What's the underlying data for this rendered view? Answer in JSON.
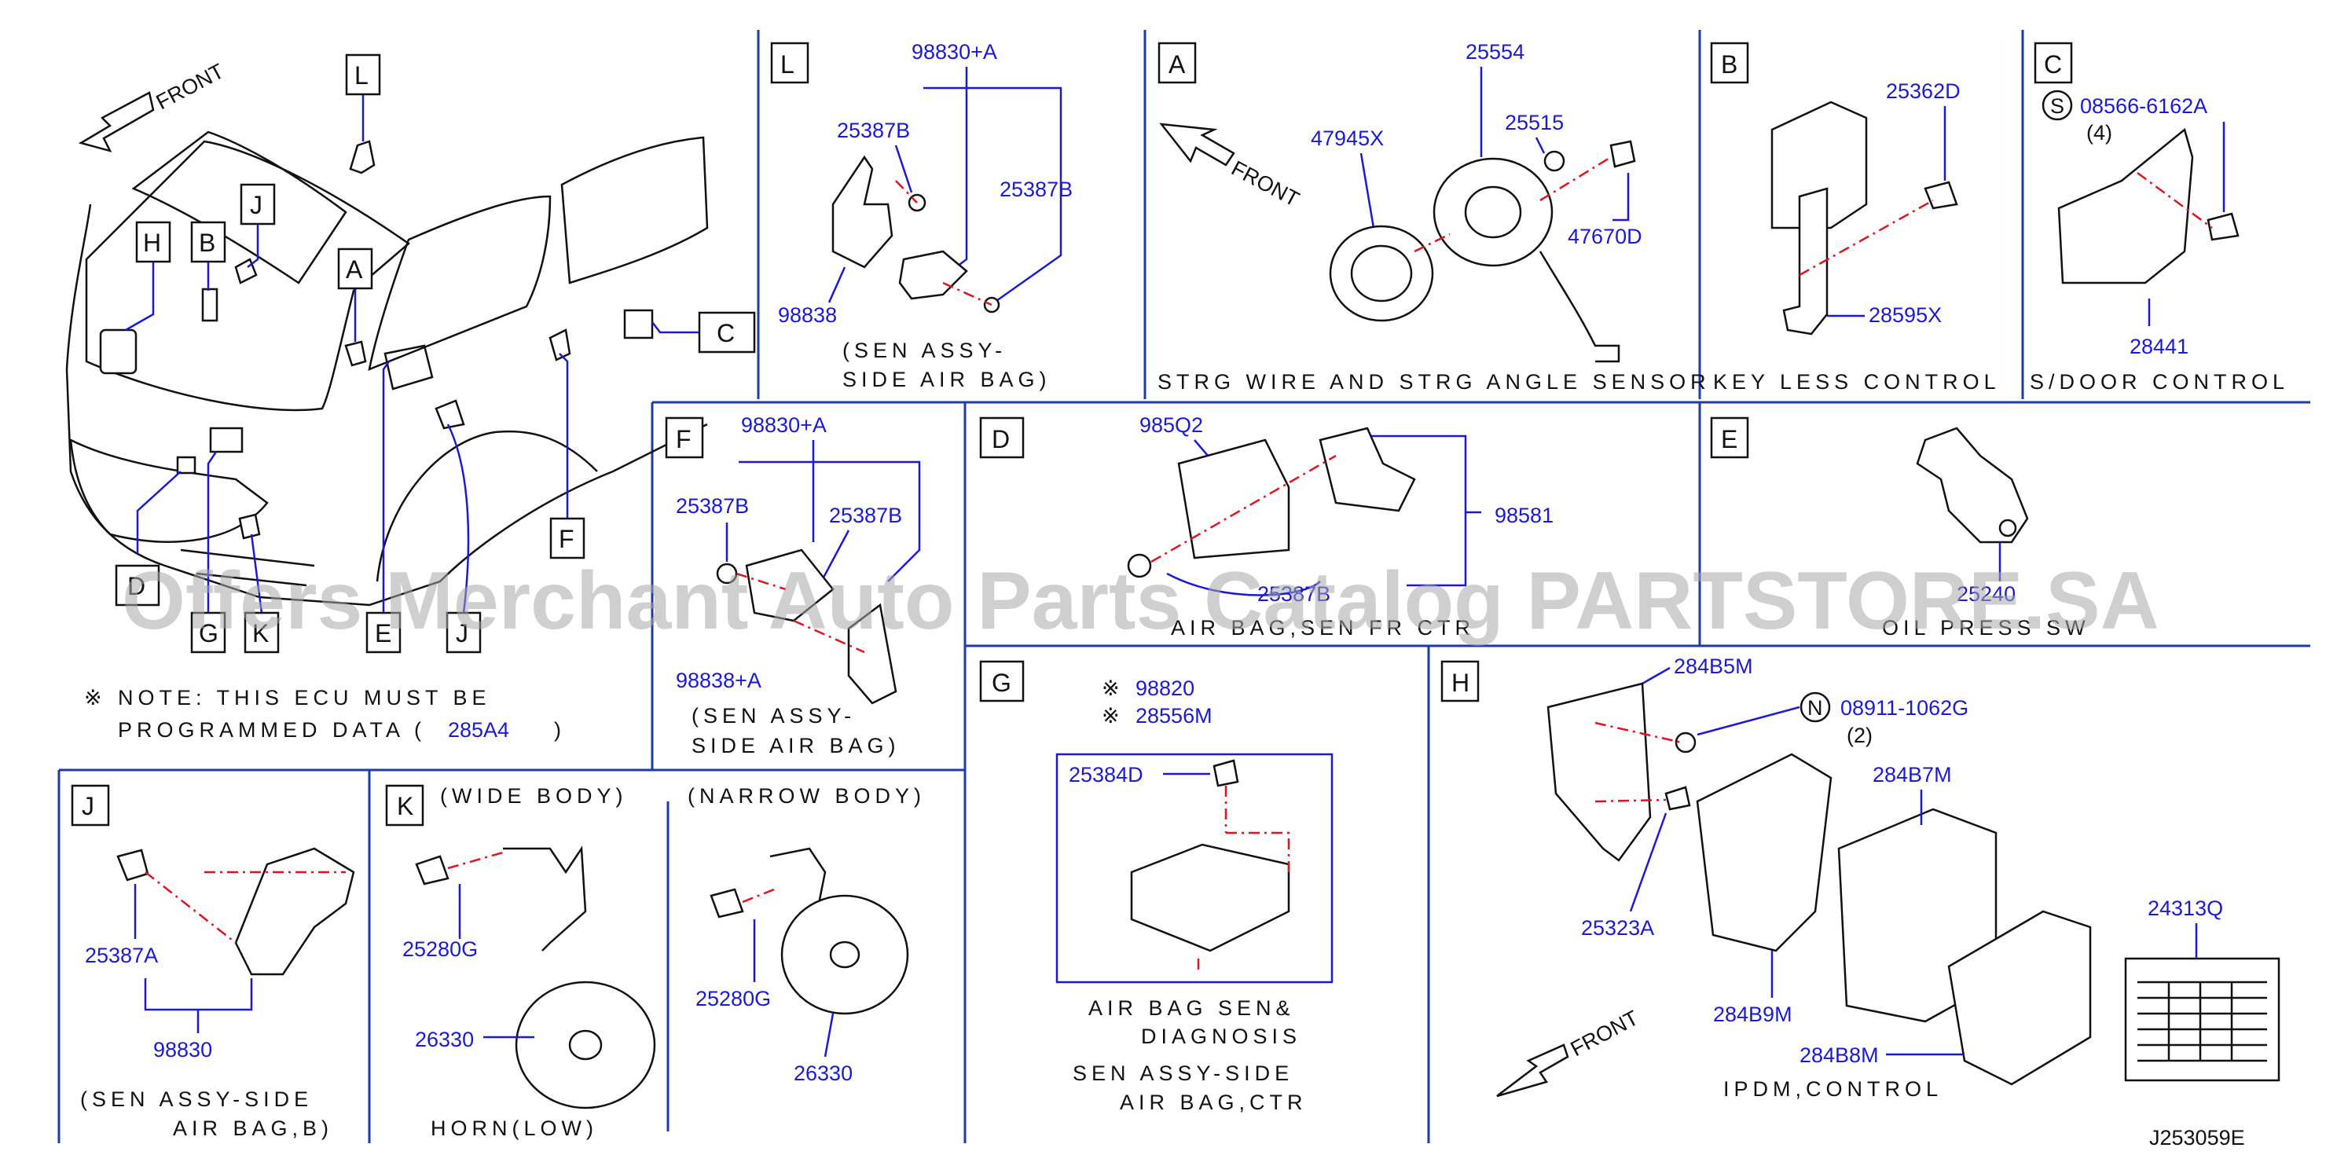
{
  "front": "FRONT",
  "callouts": [
    "L",
    "H",
    "B",
    "J",
    "A",
    "C",
    "F",
    "D",
    "G",
    "K",
    "E",
    "J"
  ],
  "note": {
    "mark": "※",
    "line1": "NOTE:  THIS  ECU  MUST  BE",
    "line2": "PROGRAMMED  DATA  (",
    "code": "285A4",
    "close": ")"
  },
  "watermark": "Offers Merchant Auto Parts Catalog PARTSTORE.SA",
  "panels": {
    "L": {
      "letter": "L",
      "p1": "98830+A",
      "p2": "25387B",
      "p3": "25387B",
      "p4": "98838",
      "cap1": "(SEN  ASSY-",
      "cap2": "SIDE  AIR  BAG)"
    },
    "A": {
      "letter": "A",
      "front": "FRONT",
      "p1": "25554",
      "p2": "25515",
      "p3": "47945X",
      "p4": "47670D",
      "cap": "STRG  WIRE  AND  STRG  ANGLE  SENSOR"
    },
    "B": {
      "letter": "B",
      "p1": "25362D",
      "p2": "28595X",
      "cap": "KEY  LESS  CONTROL"
    },
    "C": {
      "letter": "C",
      "smark": "S",
      "p1": "08566-6162A",
      "qty": "(4)",
      "p2": "28441",
      "cap": "S/DOOR  CONTROL"
    },
    "F": {
      "letter": "F",
      "p1": "98830+A",
      "p2": "25387B",
      "p3": "25387B",
      "p4": "98838+A",
      "cap1": "(SEN  ASSY-",
      "cap2": "SIDE  AIR  BAG)"
    },
    "D": {
      "letter": "D",
      "p1": "985Q2",
      "p2": "98581",
      "p3": "25387B",
      "cap": "AIR  BAG,SEN  FR  CTR"
    },
    "E": {
      "letter": "E",
      "p1": "25240",
      "cap": "OIL  PRESS  SW"
    },
    "J": {
      "letter": "J",
      "p1": "25387A",
      "p2": "98830",
      "cap1": "(SEN  ASSY-SIDE",
      "cap2": "AIR  BAG,B)"
    },
    "K": {
      "letter": "K",
      "wide": "(WIDE  BODY)",
      "narrow": "(NARROW  BODY)",
      "p1": "25280G",
      "p2": "26330",
      "p3": "25280G",
      "p4": "26330",
      "cap": "HORN(LOW)"
    },
    "G": {
      "letter": "G",
      "m1": "※",
      "p1": "98820",
      "m2": "※",
      "p2": "28556M",
      "p3": "25384D",
      "cap1": "AIR  BAG  SEN&",
      "cap2": "DIAGNOSIS",
      "cap3": "SEN  ASSY-SIDE",
      "cap4": "AIR  BAG,CTR"
    },
    "H": {
      "letter": "H",
      "p1": "284B5M",
      "nmark": "N",
      "p2": "08911-1062G",
      "qty": "(2)",
      "p3": "284B7M",
      "p4": "25323A",
      "p5": "284B9M",
      "p6": "284B8M",
      "p7": "24313Q",
      "front": "FRONT",
      "cap": "IPDM,CONTROL"
    }
  },
  "diagram_id": "J253059E"
}
